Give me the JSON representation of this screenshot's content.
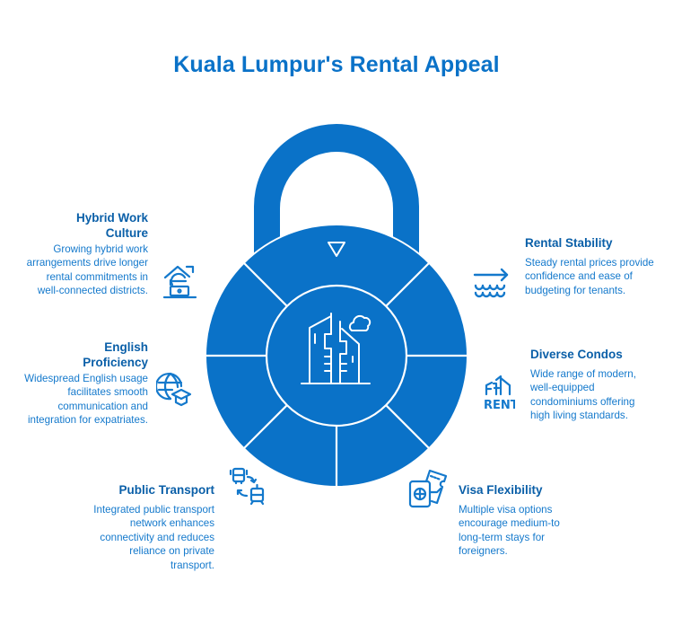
{
  "title": "Kuala Lumpur's Rental Appeal",
  "colors": {
    "primary": "#0a72c8",
    "heading": "#0a5fa8",
    "body_text": "#1479cc",
    "background": "#ffffff",
    "divider": "#ffffff"
  },
  "center": {
    "icon": "city-buildings-cloud-icon",
    "marker_icon": "down-triangle-icon"
  },
  "items": [
    {
      "side": "left",
      "heading": "Hybrid Work Culture",
      "heading_line1": "Hybrid Work",
      "heading_line2": "Culture",
      "body": "Growing hybrid work arrangements drive longer rental commitments in well-connected districts.",
      "icon": "home-laptop-icon"
    },
    {
      "side": "left",
      "heading": "English Proficiency",
      "heading_line1": "English",
      "heading_line2": "Proficiency",
      "body": "Widespread English usage facilitates smooth communication and integration for expatriates.",
      "icon": "globe-graduation-cap-icon"
    },
    {
      "side": "left",
      "heading": "Public Transport",
      "body": "Integrated public transport network enhances connectivity and reduces reliance on private transport.",
      "icon": "bus-train-transfer-icon"
    },
    {
      "side": "right",
      "heading": "Rental Stability",
      "body": "Steady rental prices provide confidence and ease of budgeting for tenants.",
      "icon": "arrow-over-waves-icon"
    },
    {
      "side": "right",
      "heading": "Diverse Condos",
      "body": "Wide range of modern, well-equipped condominiums offering high living standards.",
      "icon": "building-rent-icon"
    },
    {
      "side": "right",
      "heading": "Visa Flexibility",
      "body": "Multiple visa options encourage medium-to long-term stays for foreigners.",
      "icon": "passport-ticket-icon"
    }
  ]
}
